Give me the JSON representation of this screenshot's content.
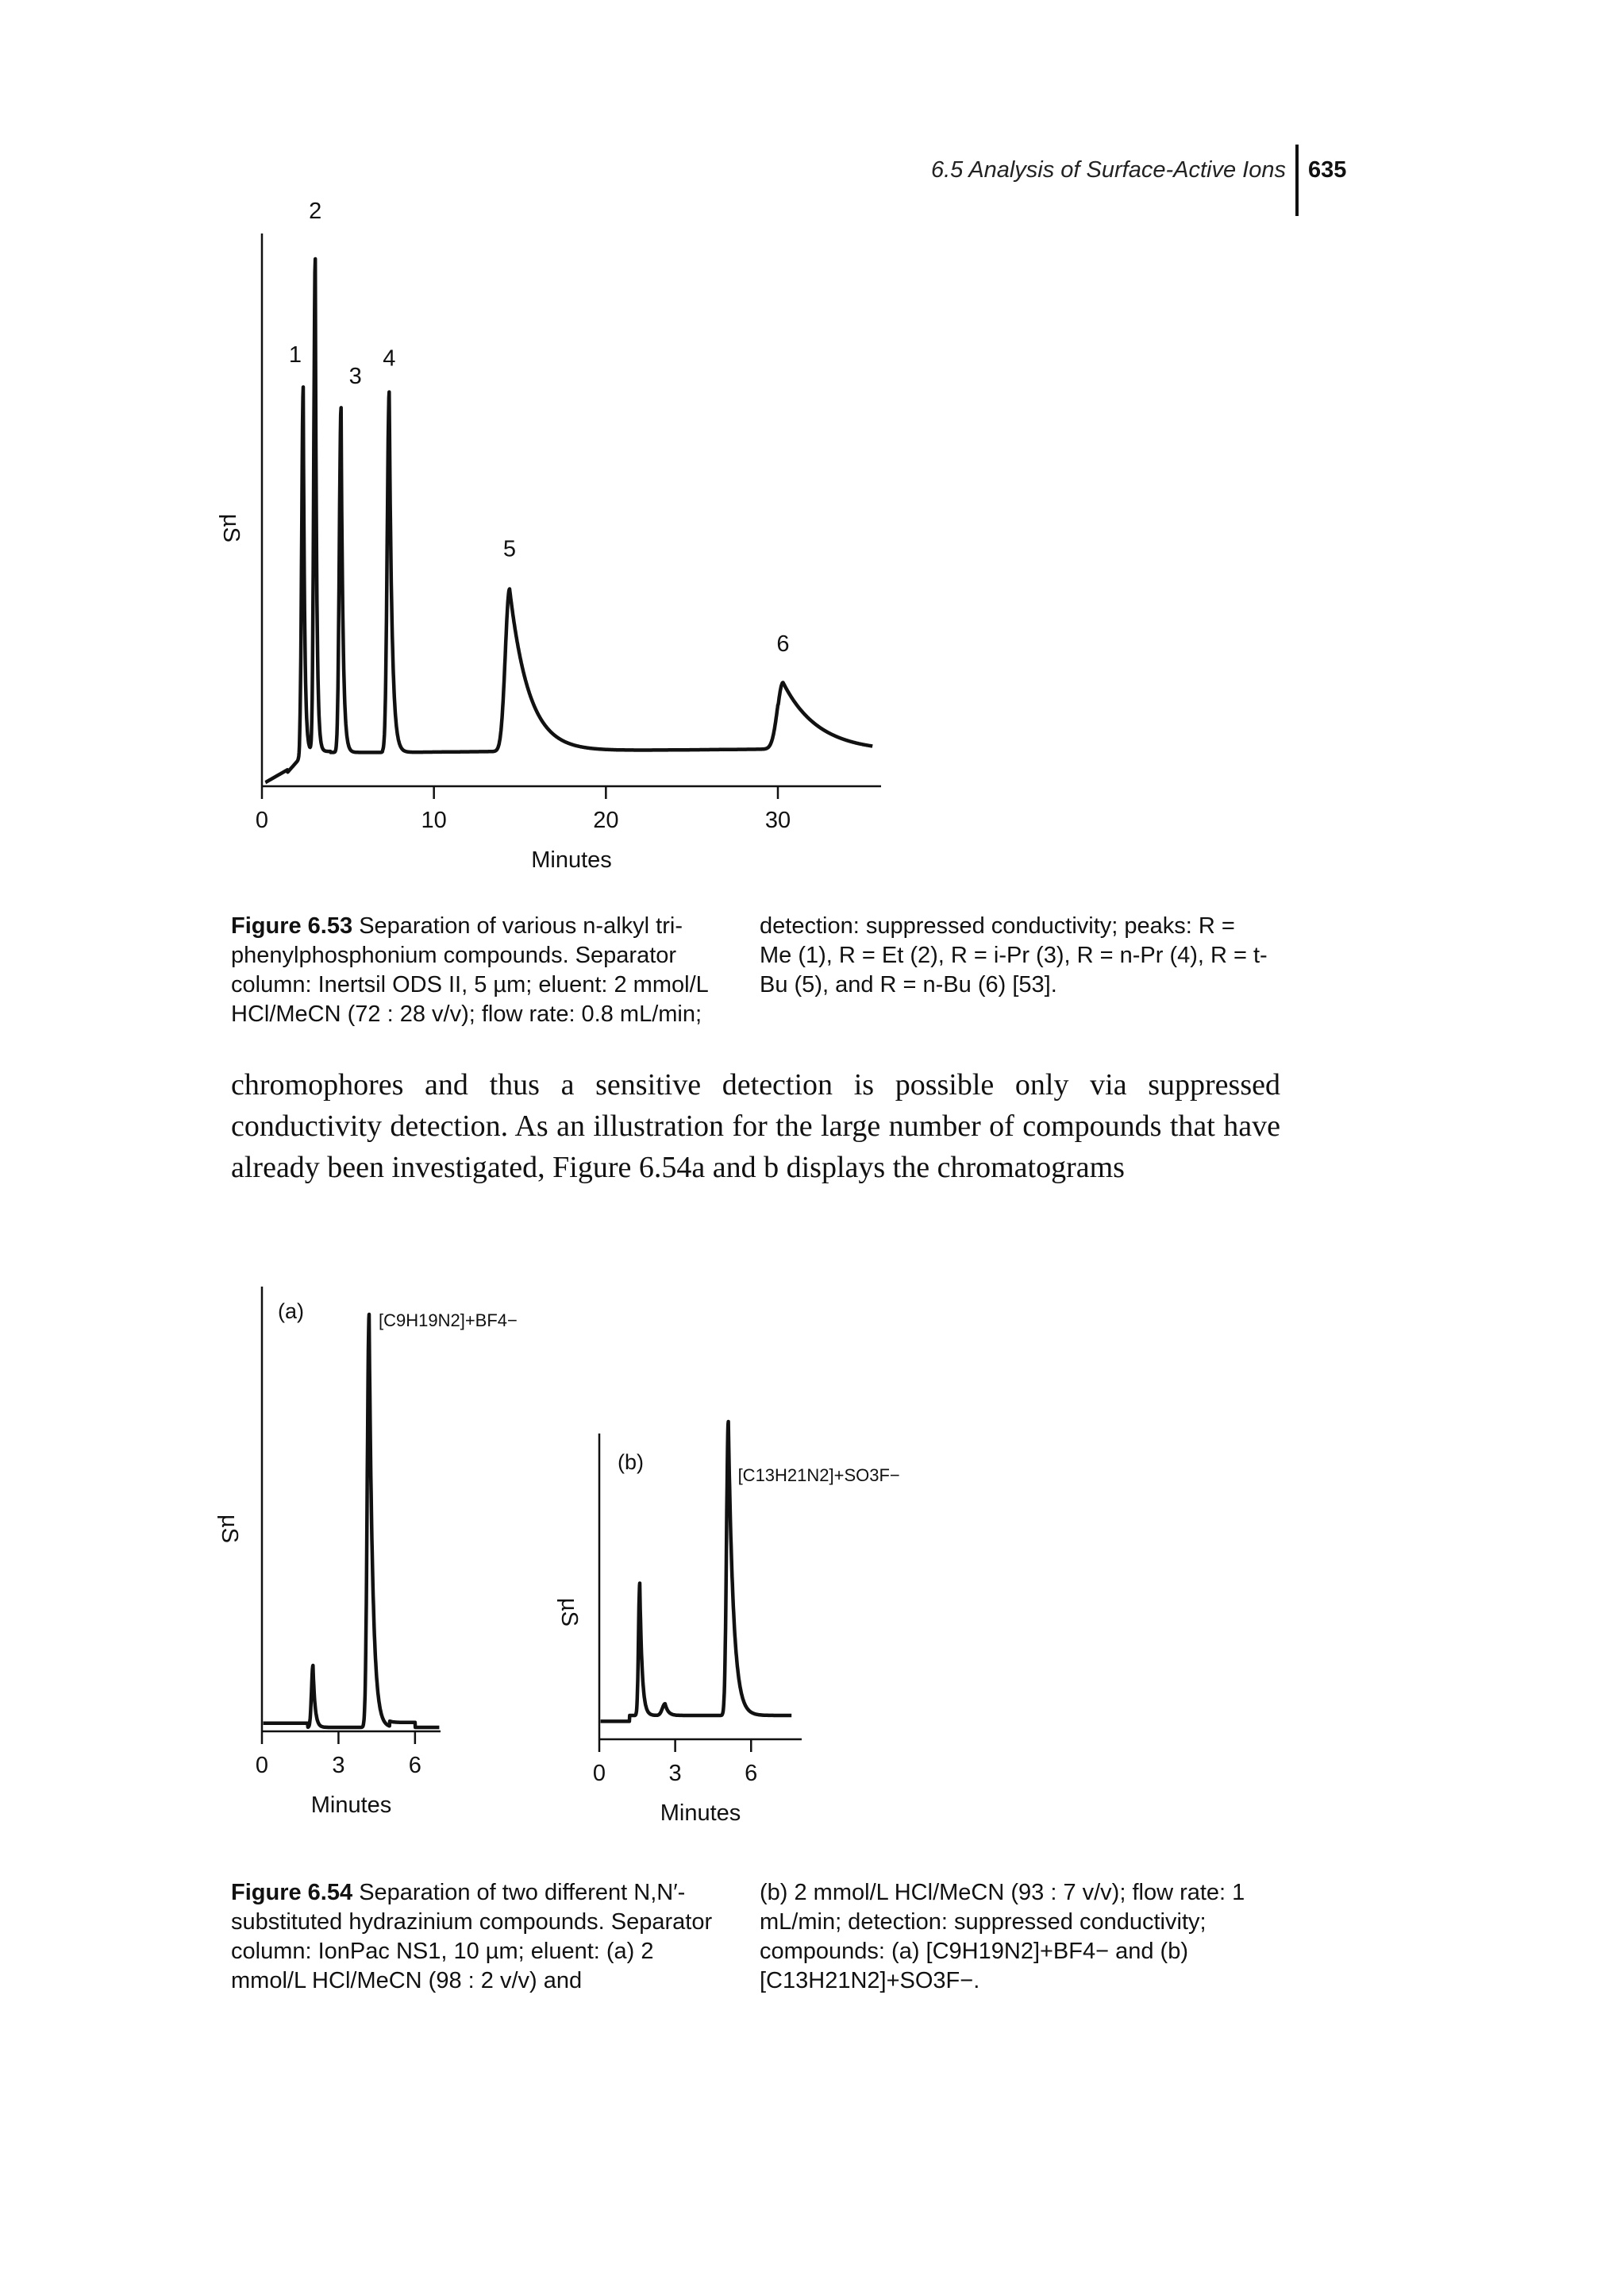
{
  "header": {
    "running_head": "6.5 Analysis of Surface-Active Ions",
    "page_number": "635"
  },
  "figure_653": {
    "caption_label": "Figure 6.53",
    "caption_col1": "Separation of various n-alkyl tri-phenylphosphonium compounds. Separator column: Inertsil ODS II, 5 µm; eluent: 2 mmol/L HCl/MeCN (72 : 28 v/v); flow rate: 0.8 mL/min;",
    "caption_col2": "detection: suppressed conductivity; peaks: R = Me (1), R = Et (2), R = i-Pr (3), R = n-Pr (4), R = t-Bu (5), and R = n-Bu (6) [53]."
  },
  "body_paragraph": "chromophores and thus a sensitive detection is possible only via suppressed conductivity detection. As an illustration for the large number of compounds that have already been investigated, Figure 6.54a and b displays the chromatograms",
  "figure_654": {
    "caption_label": "Figure 6.54",
    "caption_col1": "Separation of two different N,N′-substituted hydrazinium compounds. Separator column: IonPac NS1, 10 µm; eluent: (a) 2 mmol/L HCl/MeCN (98 : 2 v/v) and",
    "caption_col2": "(b) 2 mmol/L HCl/MeCN (93 : 7 v/v); flow rate: 1 mL/min; detection: suppressed conductivity; compounds: (a) [C9H19N2]+BF4− and (b) [C13H21N2]+SO3F−."
  },
  "chart_data": [
    {
      "type": "line",
      "id": "figure-6.53",
      "xlabel": "Minutes",
      "ylabel": "µS",
      "xlim": [
        0,
        36
      ],
      "x_ticks": [
        0,
        10,
        20,
        30
      ],
      "x_tick_labels": [
        "0",
        "10",
        "20",
        "30"
      ],
      "y_unit": "relative",
      "peaks": [
        {
          "label": "1",
          "x": 2.4,
          "height": 0.74
        },
        {
          "label": "2",
          "x": 3.1,
          "height": 1.0
        },
        {
          "label": "3",
          "x": 4.6,
          "height": 0.7
        },
        {
          "label": "4",
          "x": 7.4,
          "height": 0.73
        },
        {
          "label": "5",
          "x": 14.4,
          "height": 0.33
        },
        {
          "label": "6",
          "x": 30.3,
          "height": 0.14
        }
      ]
    },
    {
      "type": "line",
      "id": "figure-6.54a",
      "panel": "(a)",
      "xlabel": "Minutes",
      "ylabel": "µS",
      "xlim": [
        0,
        7
      ],
      "x_ticks": [
        0,
        3,
        6
      ],
      "x_tick_labels": [
        "0",
        "3",
        "6"
      ],
      "peaks": [
        {
          "label": "",
          "x": 2.0,
          "height": 0.15
        },
        {
          "label": "[C9H19N2]+BF4−",
          "x": 4.2,
          "height": 1.0
        }
      ]
    },
    {
      "type": "line",
      "id": "figure-6.54b",
      "panel": "(b)",
      "xlabel": "Minutes",
      "ylabel": "µS",
      "xlim": [
        0,
        8
      ],
      "x_ticks": [
        0,
        3,
        6
      ],
      "x_tick_labels": [
        "0",
        "3",
        "6"
      ],
      "peaks": [
        {
          "label": "",
          "x": 1.6,
          "height": 0.45
        },
        {
          "label": "",
          "x": 2.6,
          "height": 0.04
        },
        {
          "label": "[C13H21N2]+SO3F−",
          "x": 5.1,
          "height": 1.0
        }
      ]
    }
  ]
}
